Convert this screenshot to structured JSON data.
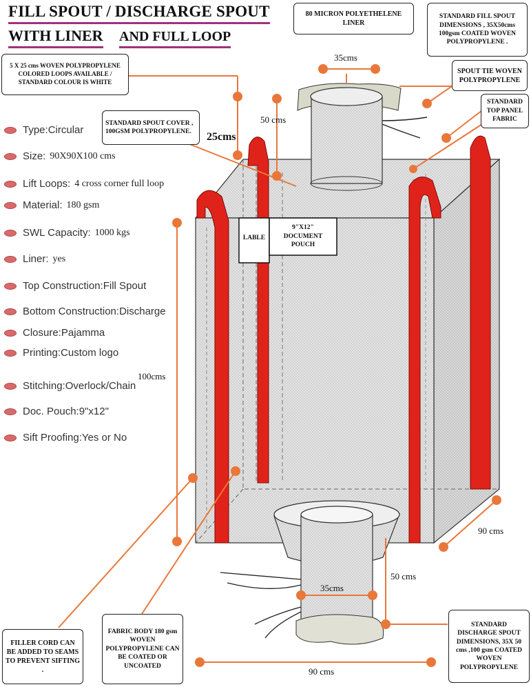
{
  "titles": {
    "line1": "FILL SPOUT / DISCHARGE SPOUT",
    "line2": "WITH LINER",
    "line3": "AND FULL LOOP"
  },
  "callouts": {
    "liner": "80 MICRON POLYETHELENE LINER",
    "fill_spout": "STANDARD FILL SPOUT DIMENSIONS , 35X50cms 100gsm COATED WOVEN POLYPROPYLENE .",
    "loops": "5 X 25 cms WOVEN POLYPROPYLENE COLORED LOOPS AVAILABLE / STANDARD COLOUR IS WHITE",
    "spout_tie": "SPOUT TIE WOVEN POLYPROPYLENE",
    "top_panel": "STANDARD TOP PANEL FABRIC",
    "spout_cover": "STANDARD SPOUT COVER , 100GSM POLYPROPYLENE.",
    "label": "LABLE",
    "doc_pouch": "9\"X12\" DOCUMENT POUCH",
    "filler_cord": "FILLER CORD CAN BE ADDED TO SEAMS TO PREVENT SIFTING .",
    "fabric_body": "FABRIC BODY 180 gsm WOVEN POLYPROPYLENE CAN BE COATED OR UNCOATED",
    "discharge_spout": "STANDARD DISCHARGE SPOUT DIMENSIONS, 35X 50 cms ,100 gsm COATED WOVEN POLYPROPYLENE"
  },
  "specs": [
    {
      "key": "Type:",
      "value": "Circular",
      "inline": true
    },
    {
      "key": "Size:",
      "value": "90X90X100 cms",
      "inline": false
    },
    {
      "key": "Lift Loops:",
      "value": "4 cross corner full loop",
      "inline": false
    },
    {
      "key": "Material:",
      "value": "180 gsm",
      "inline": false
    },
    {
      "key": "SWL Capacity:",
      "value": "1000 kgs",
      "inline": false
    },
    {
      "key": "Liner:",
      "value": "yes",
      "inline": false
    },
    {
      "key": "Top Construction:",
      "value": "Fill Spout",
      "inline": true
    },
    {
      "key": "Bottom Construction:",
      "value": "Discharge",
      "inline": true
    },
    {
      "key": "Closure:",
      "value": "Pajamma",
      "inline": true
    },
    {
      "key": "Printing:",
      "value": "Custom logo",
      "inline": true
    },
    {
      "key": "Stitching:",
      "value": "Overlock/Chain",
      "inline": true
    },
    {
      "key": "Doc. Pouch:",
      "value": "9\"x12\"",
      "inline": true
    },
    {
      "key": "Sift Proofing:",
      "value": "Yes or No",
      "inline": true
    }
  ],
  "dimensions": {
    "fill_spout_width": "35cms",
    "loop_height": "25cms",
    "fill_spout_height": "50 cms",
    "bag_height": "100cms",
    "bag_depth": "90 cms",
    "discharge_spout_width": "35cms",
    "discharge_spout_height": "50 cms",
    "bag_width": "90 cms"
  },
  "colors": {
    "loop_red": "#e0231a",
    "dimension_orange": "#e9773a",
    "fabric_grey": "#d6d6d6",
    "bullet": "#d96a6a",
    "title_underline": "#a0307f"
  }
}
